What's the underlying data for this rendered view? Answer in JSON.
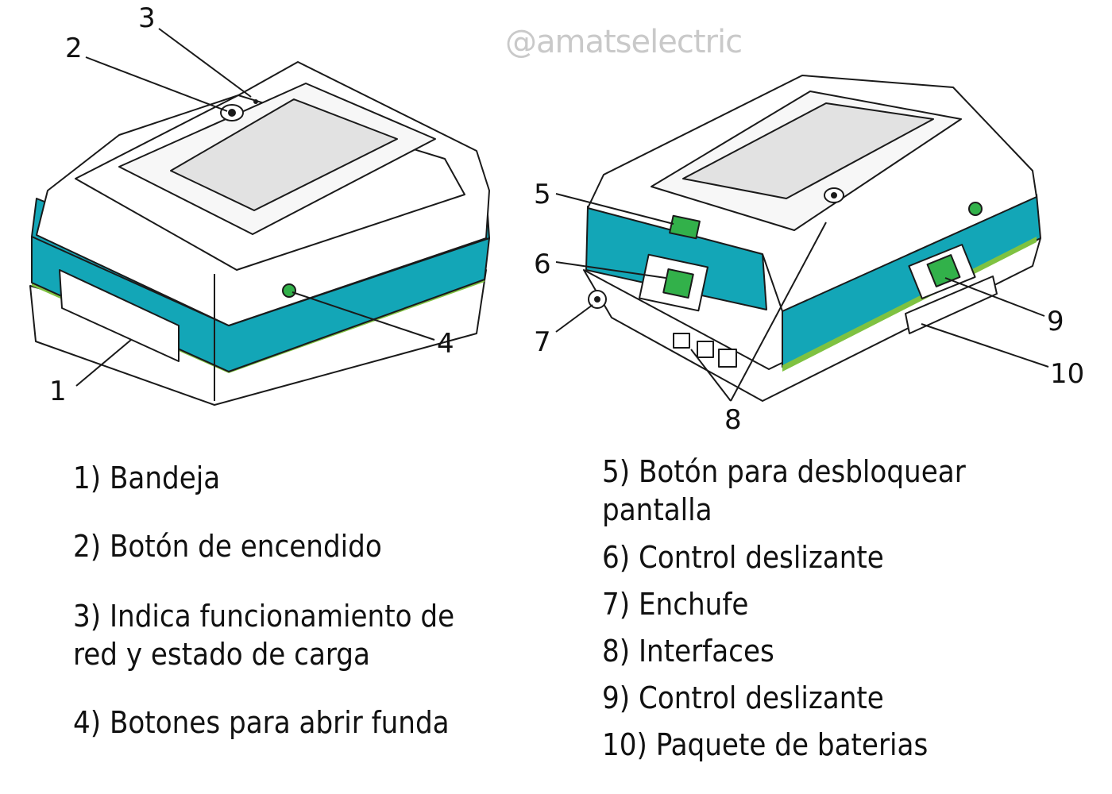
{
  "watermark": "@amatselectric",
  "colors": {
    "teal": "#13a6b7",
    "green_stripe": "#7fc241",
    "slider_green": "#32b14a",
    "body_white": "#ffffff",
    "screen_gray": "#e2e2e2",
    "outline": "#1a1a1a"
  },
  "callouts": [
    "1",
    "2",
    "3",
    "4",
    "5",
    "6",
    "7",
    "8",
    "9",
    "10"
  ],
  "legend_left": [
    {
      "lines": [
        "1) Bandeja"
      ]
    },
    {
      "lines": [
        "2) Botón de encendido"
      ]
    },
    {
      "lines": [
        "3) Indica funcionamiento de",
        "red y estado de carga"
      ]
    },
    {
      "lines": [
        "4) Botones para abrir funda"
      ]
    }
  ],
  "legend_right": [
    {
      "lines": [
        "5) Botón para desbloquear",
        "pantalla"
      ]
    },
    {
      "lines": [
        "6) Control deslizante"
      ]
    },
    {
      "lines": [
        "7) Enchufe"
      ]
    },
    {
      "lines": [
        "8) Interfaces"
      ]
    },
    {
      "lines": [
        "9) Control deslizante"
      ]
    },
    {
      "lines": [
        "10) Paquete de baterias"
      ]
    }
  ],
  "icons": [
    "power-icon",
    "usb-port-icon",
    "ethernet-port-icon",
    "dc-jack-icon"
  ]
}
